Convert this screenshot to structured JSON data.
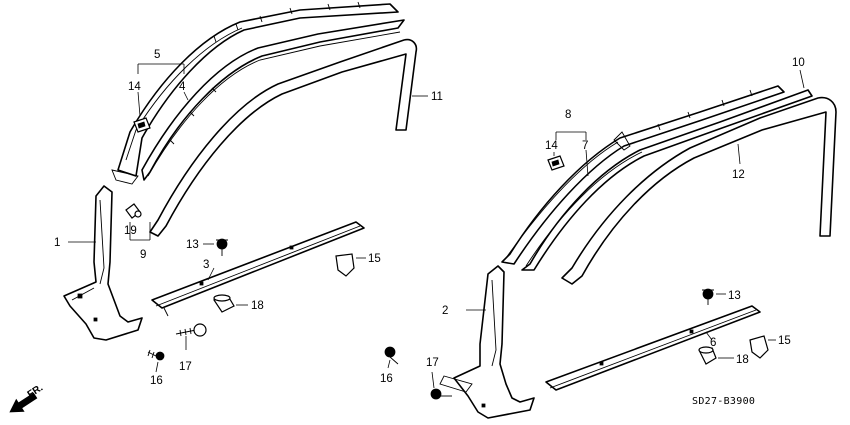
{
  "labels": {
    "p1": "1",
    "p2": "2",
    "p3": "3",
    "p4": "4",
    "p5": "5",
    "p6": "6",
    "p7": "7",
    "p8": "8",
    "p9": "9",
    "p10": "10",
    "p11": "11",
    "p12": "12",
    "p13a": "13",
    "p13b": "13",
    "p14a": "14",
    "p14b": "14",
    "p15a": "15",
    "p15b": "15",
    "p16a": "16",
    "p16b": "16",
    "p17a": "17",
    "p17b": "17",
    "p18a": "18",
    "p18b": "18",
    "p19": "19"
  },
  "direction": "FR.",
  "diagram_code": "SD27-B3900"
}
